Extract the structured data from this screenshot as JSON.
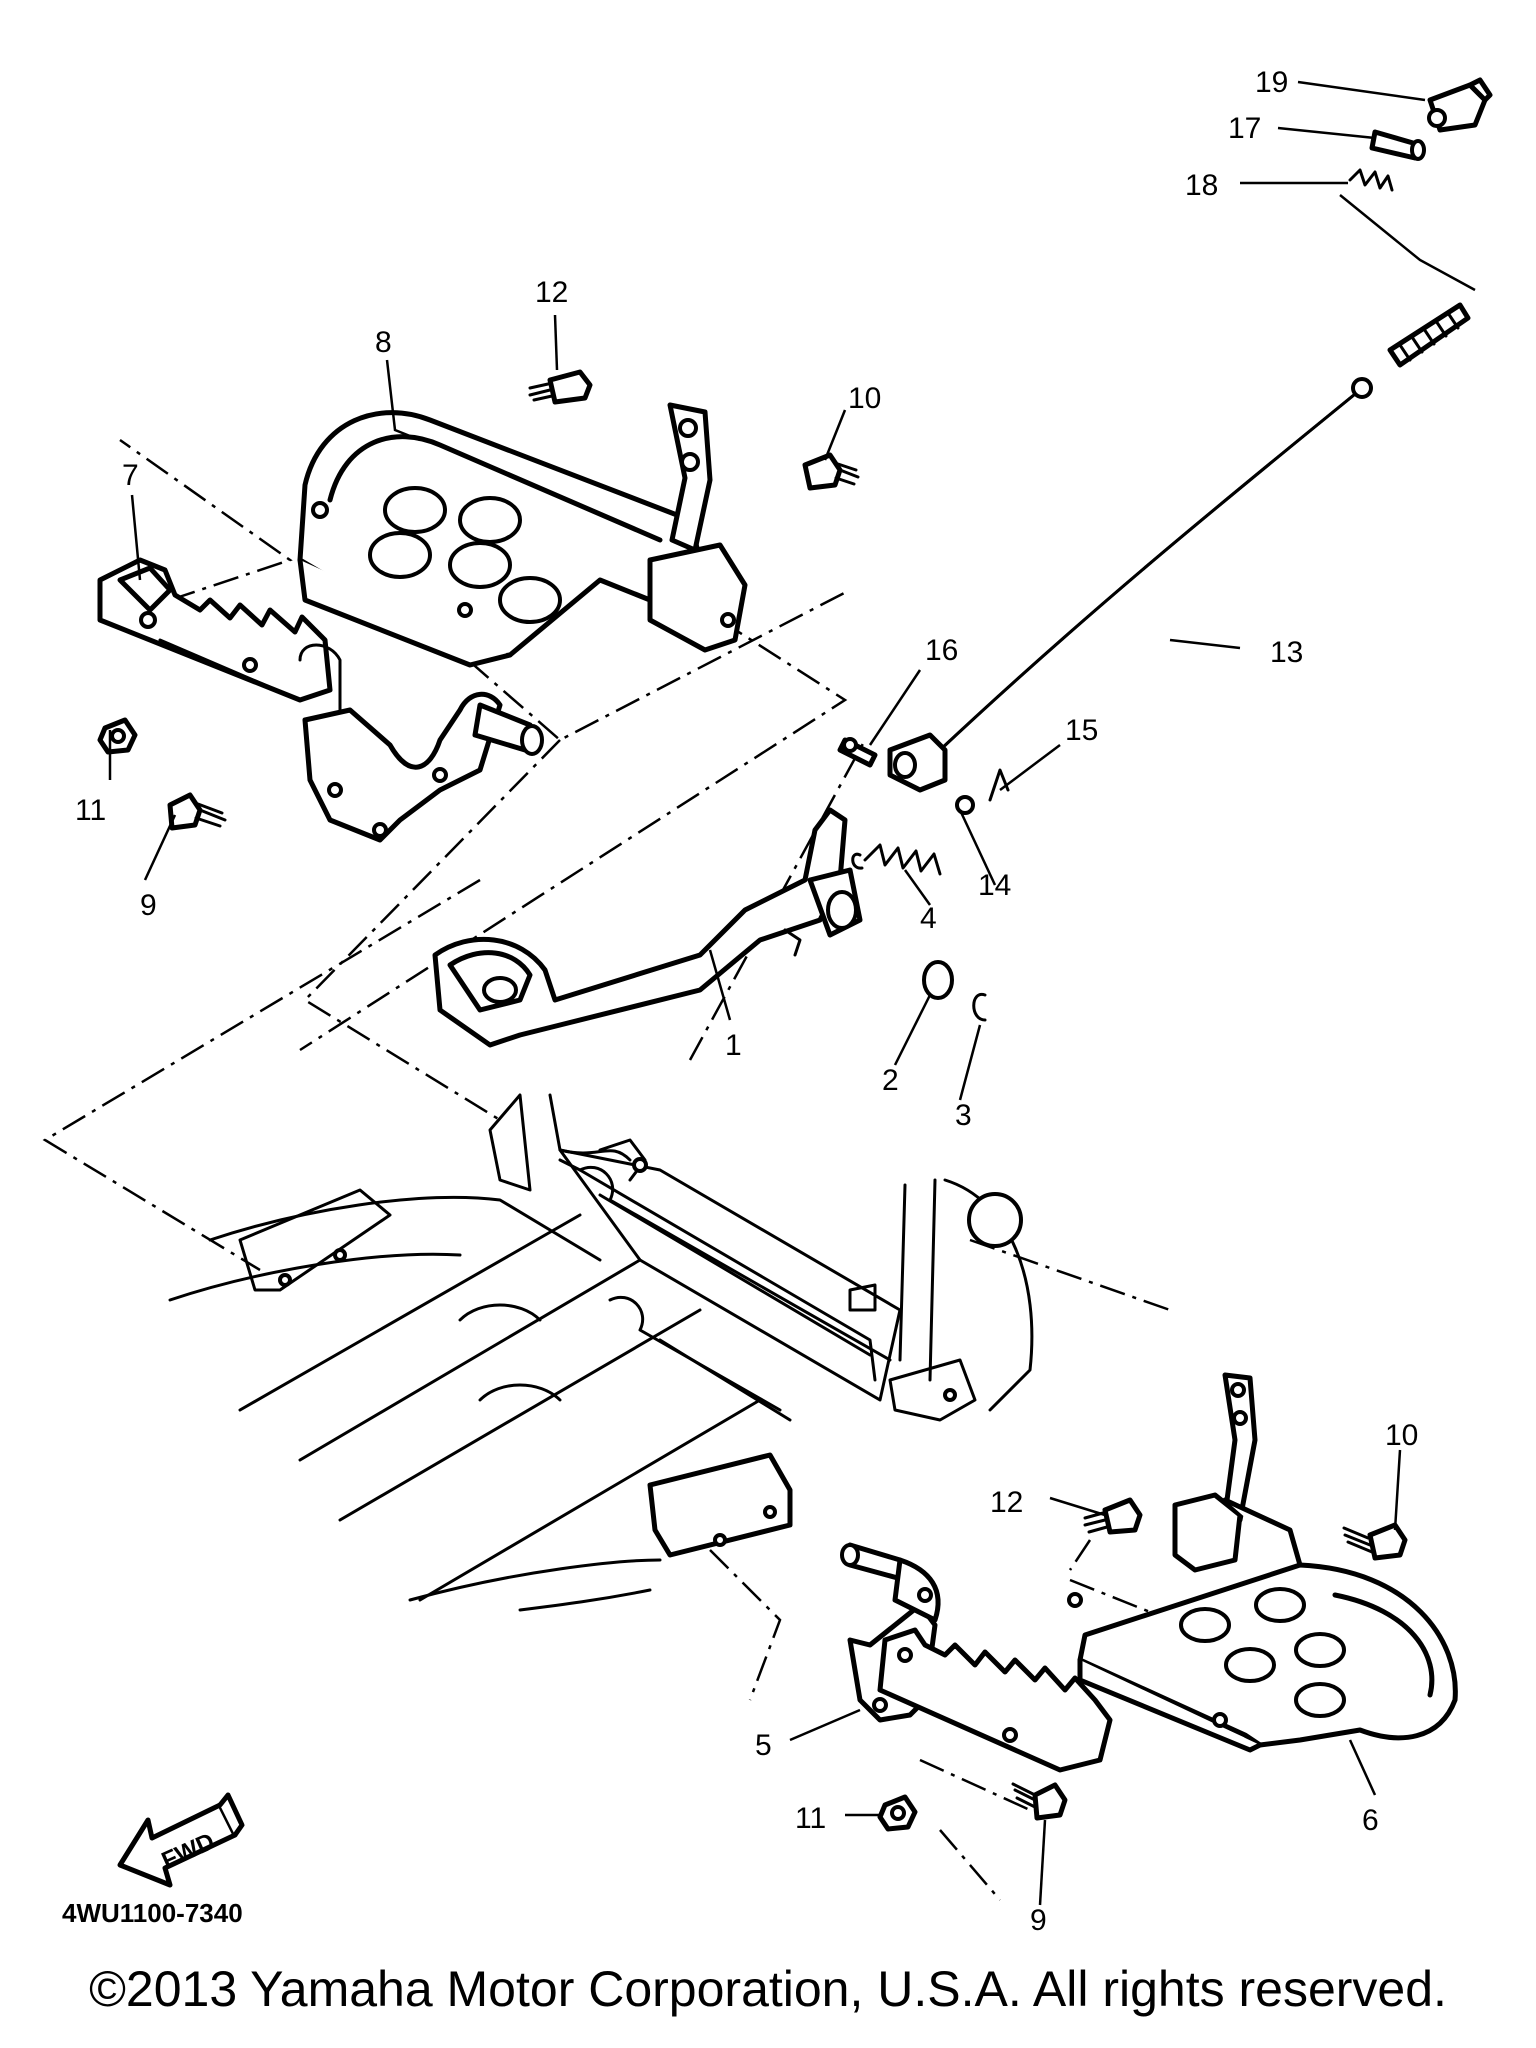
{
  "diagram": {
    "code": "4WU1100-7340",
    "fwd_label": "FWD",
    "callouts": {
      "p1": "1",
      "p2": "2",
      "p3": "3",
      "p4": "4",
      "p5": "5",
      "p6": "6",
      "p7": "7",
      "p8": "8",
      "p9a": "9",
      "p9b": "9",
      "p10a": "10",
      "p10b": "10",
      "p11a": "11",
      "p11b": "11",
      "p12a": "12",
      "p12b": "12",
      "p13": "13",
      "p14": "14",
      "p15": "15",
      "p16": "16",
      "p17": "17",
      "p18": "18",
      "p19": "19"
    }
  },
  "footer": {
    "copyright": "©2013 Yamaha Motor Corporation, U.S.A. All rights reserved."
  }
}
